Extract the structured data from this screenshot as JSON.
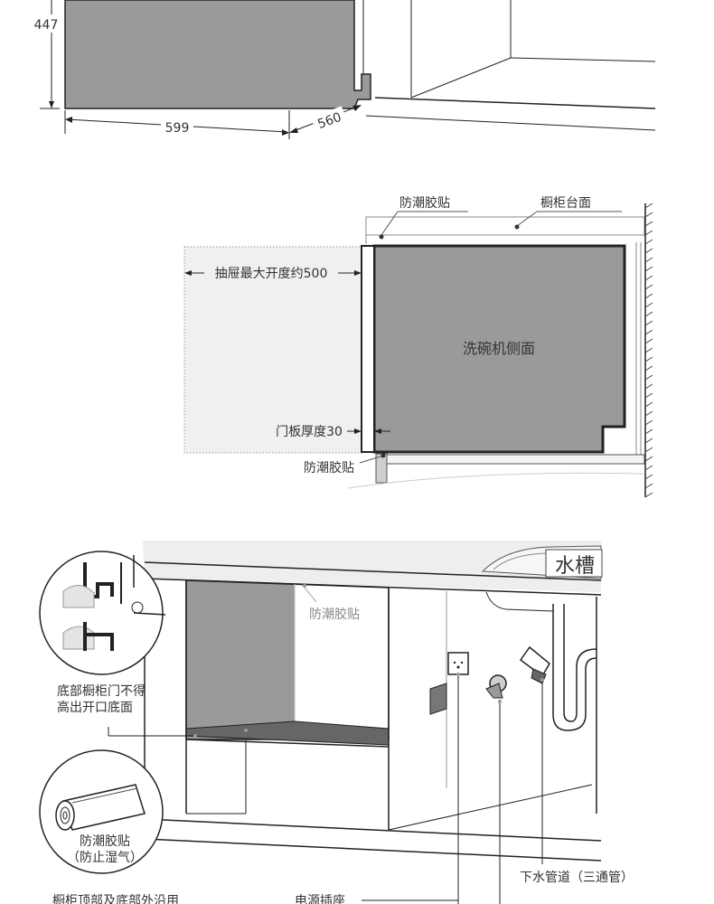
{
  "section1": {
    "height_dim": "447",
    "width_dim": "599",
    "depth_dim": "560"
  },
  "section2": {
    "top_tape_label": "防潮胶贴",
    "countertop_label": "橱柜台面",
    "drawer_label": "抽屉最大开度约500",
    "side_label": "洗碗机侧面",
    "door_label": "门板厚度30",
    "bottom_tape_label": "防潮胶贴"
  },
  "section3": {
    "sink_label": "水槽",
    "tape_inside_label": "防潮胶贴",
    "note_line1": "底部橱柜门不得",
    "note_line2": "高出开口底面",
    "tape_roll_line1": "防潮胶贴",
    "tape_roll_line2": "（防止湿气）",
    "drain_label": "下水管道（三通管）",
    "edge_label": "橱柜顶部及底部外沿用",
    "socket_label": "电源插座"
  },
  "colors": {
    "appliance_gray": "#9a9a9a",
    "line": "#222222",
    "light_gray": "#f0f0f0"
  }
}
